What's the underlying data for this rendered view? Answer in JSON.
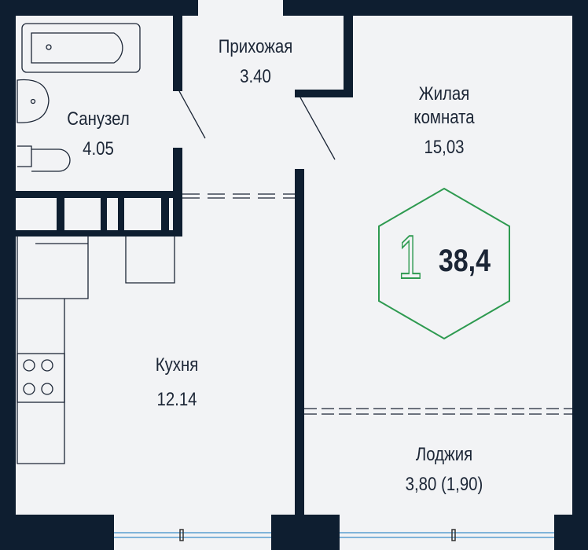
{
  "rooms": [
    {
      "name": "Прихожая",
      "area": "3.40"
    },
    {
      "name": "Санузел",
      "area": "4.05"
    },
    {
      "name": "Жилая комната",
      "name_line1": "Жилая",
      "name_line2": "комната",
      "area": "15,03"
    },
    {
      "name": "Кухня",
      "area": "12.14"
    },
    {
      "name": "Лоджия",
      "area": "3,80 (1,90)"
    }
  ],
  "badge": {
    "rooms_count": "1",
    "total_area": "38,4"
  },
  "colors": {
    "wall": "#0e1e30",
    "background": "#f2f3f5",
    "accent": "#2e9a50",
    "window": "#5a9fd0"
  }
}
